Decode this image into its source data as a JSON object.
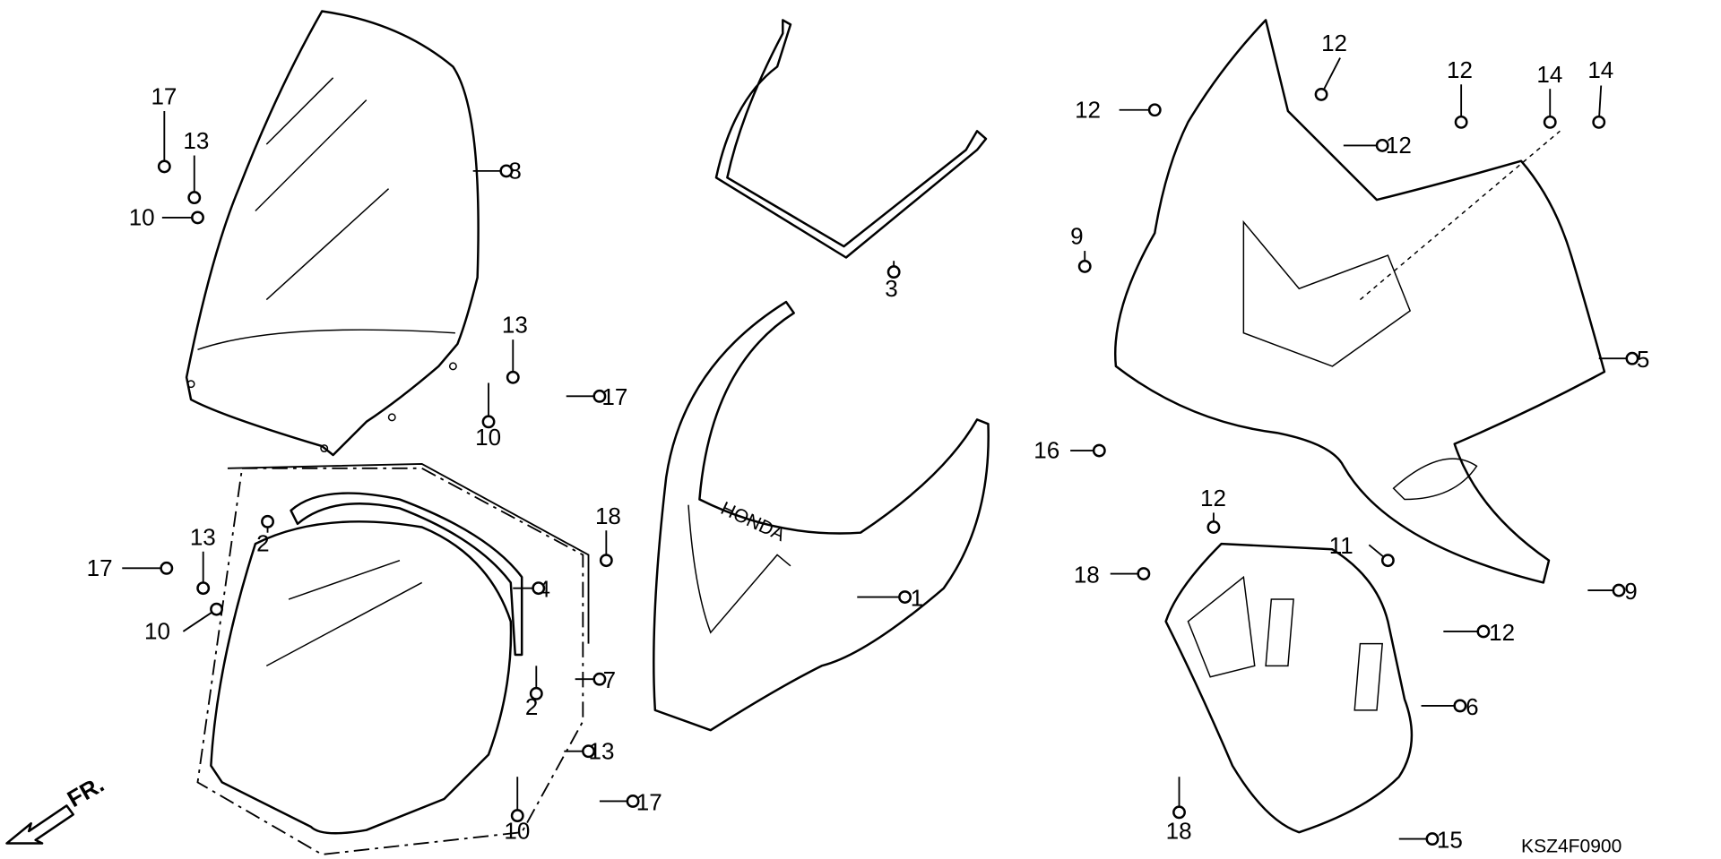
{
  "diagram": {
    "code": "KSZ4F0900",
    "direction_label": "FR.",
    "callouts": [
      "17",
      "13",
      "10",
      "8",
      "13",
      "17",
      "10",
      "3",
      "12",
      "12",
      "12",
      "12",
      "14",
      "14",
      "9",
      "5",
      "16",
      "2",
      "4",
      "18",
      "7",
      "2",
      "17",
      "13",
      "10",
      "13",
      "17",
      "10",
      "1",
      "12",
      "11",
      "18",
      "9",
      "12",
      "6",
      "18",
      "15"
    ],
    "logo_text": "HONDA"
  }
}
